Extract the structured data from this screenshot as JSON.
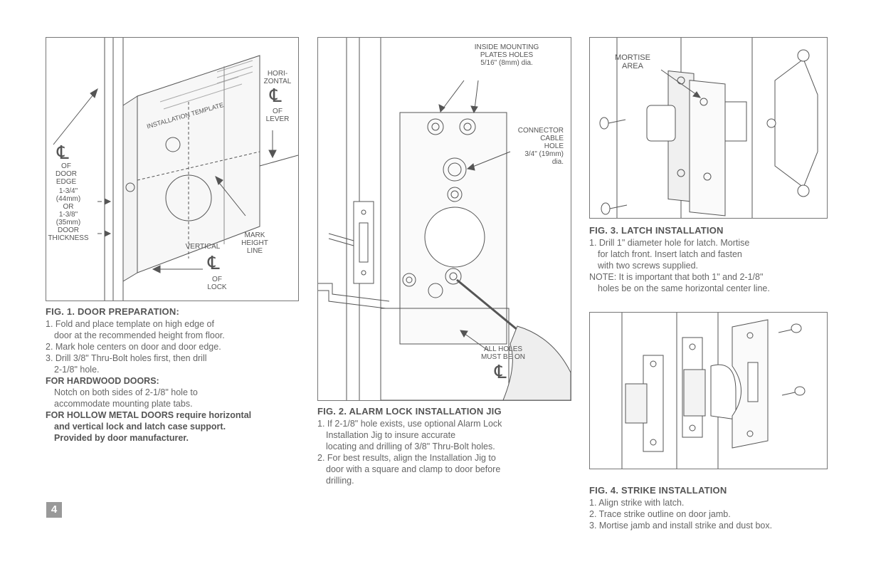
{
  "page_number": "4",
  "fig1": {
    "labels": {
      "cl_door_edge": "OF\nDOOR\nEDGE",
      "horizontal": "HORI-\nZONTAL",
      "of_lever": "OF\nLEVER",
      "thickness": "1-3/4\"\n(44mm)\nOR\n1-3/8\"\n(35mm)\nDOOR\nTHICKNESS",
      "vertical": "VERTICAL",
      "of_lock": "OF\nLOCK",
      "mark_height": "MARK\nHEIGHT\nLINE",
      "template": "INSTALLATION TEMPLATE"
    },
    "title": "FIG. 1.  DOOR PREPARATION:",
    "steps": [
      "1. Fold and place template on high edge of",
      "door at the recommended height from floor.",
      "2. Mark hole centers on door and door edge.",
      "3. Drill 3/8\" Thru-Bolt holes first, then drill",
      "2-1/8\" hole."
    ],
    "hardwood_title": "FOR HARDWOOD DOORS:",
    "hardwood_text": [
      "Notch on both sides of 2-1/8\" hole to",
      "accommodate mounting plate tabs."
    ],
    "hollow_title": "FOR HOLLOW METAL DOORS",
    "hollow_text_1": " require horizontal",
    "hollow_text_2": "and vertical lock and latch case support.",
    "hollow_text_3": "Provided by door manufacturer."
  },
  "fig2": {
    "labels": {
      "inside_mounting": "INSIDE MOUNTING\nPLATES HOLES\n5/16\" (8mm) dia.",
      "connector": "CONNECTOR\nCABLE\nHOLE\n3/4\" (19mm)\ndia.",
      "all_holes": "ALL HOLES\nMUST BE ON"
    },
    "title": "FIG. 2. ALARM LOCK INSTALLATION JIG",
    "steps": [
      "1. If 2-1/8\" hole exists, use optional Alarm Lock",
      "Installation Jig to insure accurate",
      "locating and drilling of 3/8\" Thru-Bolt holes.",
      "2. For best results, align the Installation Jig  to",
      "door with a square and clamp to door before",
      "drilling."
    ]
  },
  "fig3": {
    "labels": {
      "mortise": "MORTISE\nAREA"
    },
    "title": "FIG. 3. LATCH INSTALLATION",
    "steps": [
      "1. Drill 1\" diameter hole for latch. Mortise",
      "for latch front. Insert latch and fasten",
      "with two screws supplied.",
      "NOTE: It is important that both 1\" and 2-1/8\"",
      "holes be on the same horizontal center line."
    ]
  },
  "fig4": {
    "title": "FIG. 4.  STRIKE INSTALLATION",
    "steps": [
      "1. Align strike with latch.",
      "2. Trace strike outline on door jamb.",
      "3. Mortise jamb and install strike and dust box."
    ]
  }
}
